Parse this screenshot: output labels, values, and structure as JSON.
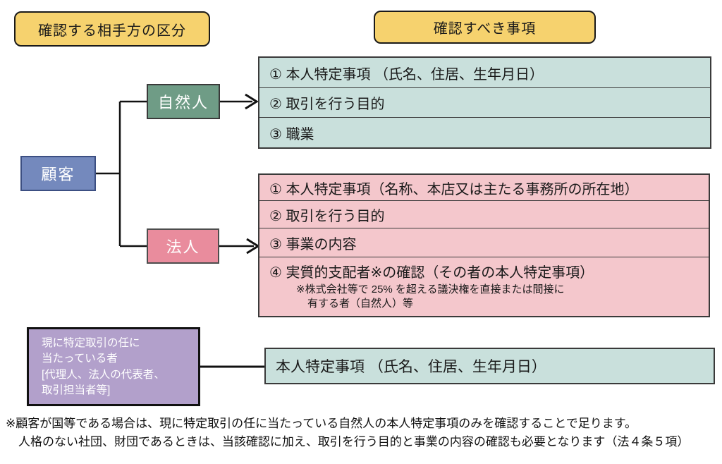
{
  "colors": {
    "header_fill": "#F6D26E",
    "teal_fill": "#C9E0DC",
    "green_node_fill": "#6F9C86",
    "pink_node_fill": "#E98C9D",
    "pink_list_fill": "#F4C7CC",
    "blue_node_fill": "#7489BD",
    "purple_node_fill": "#B2A0CB",
    "connector_line": "#111111"
  },
  "headers": {
    "left": "確認する相手方の区分",
    "right": "確認すべき事項"
  },
  "nodes": {
    "customer": "顧客",
    "natural_person": "自然人",
    "corporation": "法人"
  },
  "natural_items": [
    "① 本人特定事項 （氏名、住居、生年月日）",
    "② 取引を行う目的",
    "③ 職業"
  ],
  "corp_items": [
    "① 本人特定事項（名称、本店又は主たる事務所の所在地）",
    "② 取引を行う目的",
    "③ 事業の内容",
    "④ 実質的支配者※の確認（その者の本人特定事項）"
  ],
  "corp_note": [
    "※株式会社等で 25% を超える議決権を直接または間接に",
    "有する者（自然人）等"
  ],
  "agent_box": [
    "現に特定取引の任に",
    "当たっている者",
    "[代理人、法人の代表者、",
    "取引担当者等]"
  ],
  "agent_item": "本人特定事項 （氏名、住居、生年月日）",
  "footnote": [
    "※顧客が国等である場合は、現に特定取引の任に当たっている自然人の本人特定事項のみを確認することで足ります。",
    "人格のない社団、財団であるときは、当該確認に加え、取引を行う目的と事業の内容の確認も必要となります（法４条５項）"
  ]
}
